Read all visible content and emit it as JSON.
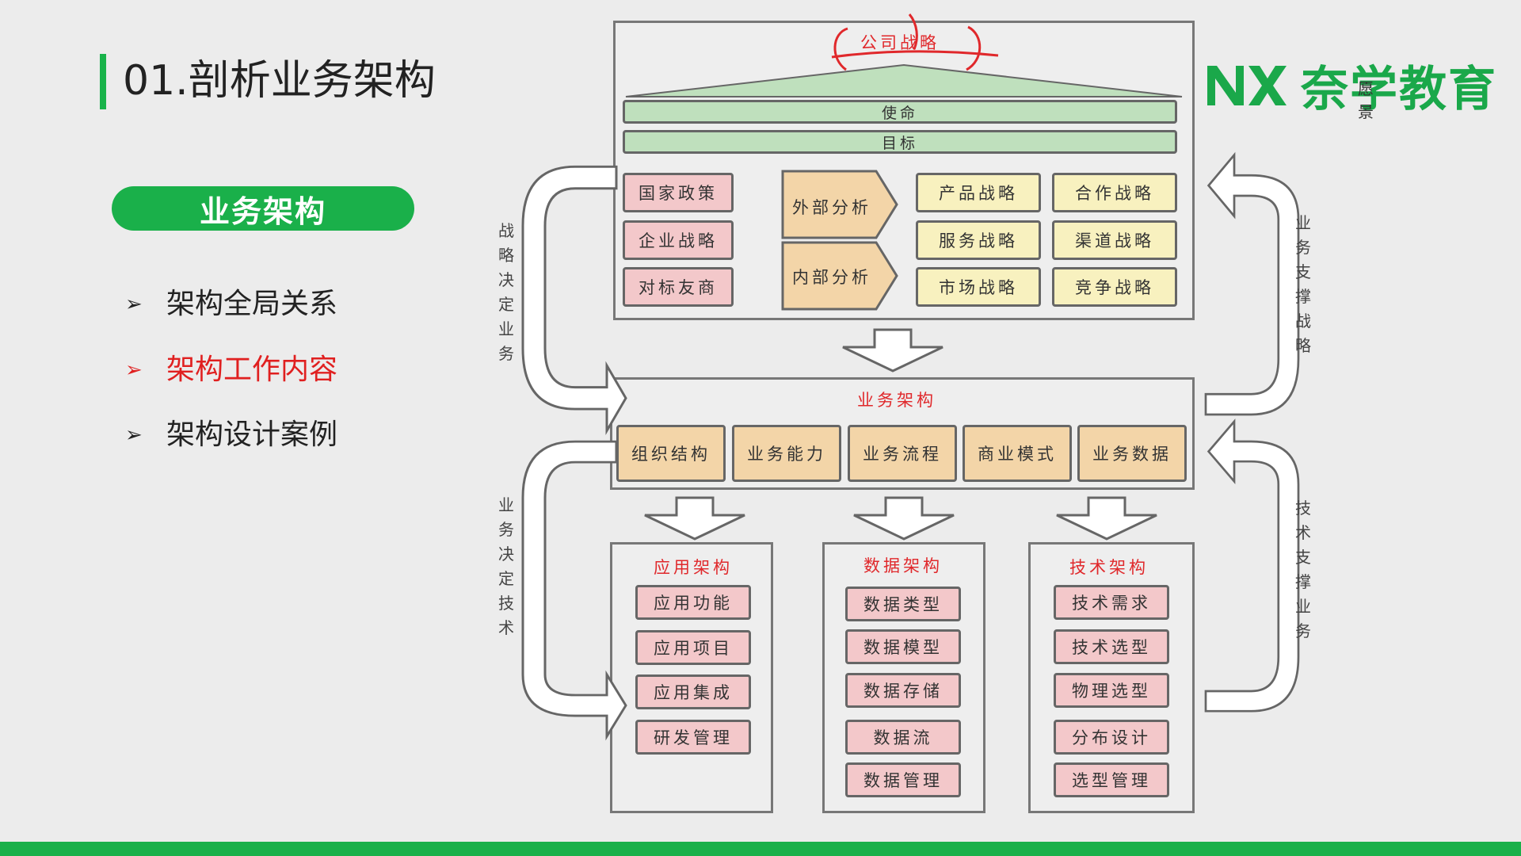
{
  "page_title": "01.剖析业务架构",
  "section_pill": "业务架构",
  "menu": [
    {
      "label": "架构全局关系",
      "active": false
    },
    {
      "label": "架构工作内容",
      "active": true
    },
    {
      "label": "架构设计案例",
      "active": false
    }
  ],
  "brand": {
    "logo_text": "NX",
    "name": "奈学教育"
  },
  "colors": {
    "brand_green": "#1ab04a",
    "active_red": "#e02020",
    "diagram_red": "#e0282b"
  },
  "diagram": {
    "company_strategy": "公司战略",
    "vision": "愿景",
    "mission": "使命",
    "goal": "目标",
    "external_inputs": [
      "国家政策",
      "企业战略",
      "对标友商"
    ],
    "analysis": [
      "外部分析",
      "内部分析"
    ],
    "strategies": [
      [
        "产品战略",
        "合作战略"
      ],
      [
        "服务战略",
        "渠道战略"
      ],
      [
        "市场战略",
        "竞争战略"
      ]
    ],
    "business_arch": {
      "title": "业务架构",
      "items": [
        "组织结构",
        "业务能力",
        "业务流程",
        "商业模式",
        "业务数据"
      ]
    },
    "app_arch": {
      "title": "应用架构",
      "items": [
        "应用功能",
        "应用项目",
        "应用集成",
        "研发管理"
      ]
    },
    "data_arch": {
      "title": "数据架构",
      "items": [
        "数据类型",
        "数据模型",
        "数据存储",
        "数据流",
        "数据管理"
      ]
    },
    "tech_arch": {
      "title": "技术架构",
      "items": [
        "技术需求",
        "技术选型",
        "物理选型",
        "分布设计",
        "选型管理"
      ]
    },
    "side_labels": {
      "left_top": "战略决定业务",
      "right_top": "业务支撑战略",
      "left_bottom": "业务决定技术",
      "right_bottom": "技术支撑业务"
    }
  }
}
